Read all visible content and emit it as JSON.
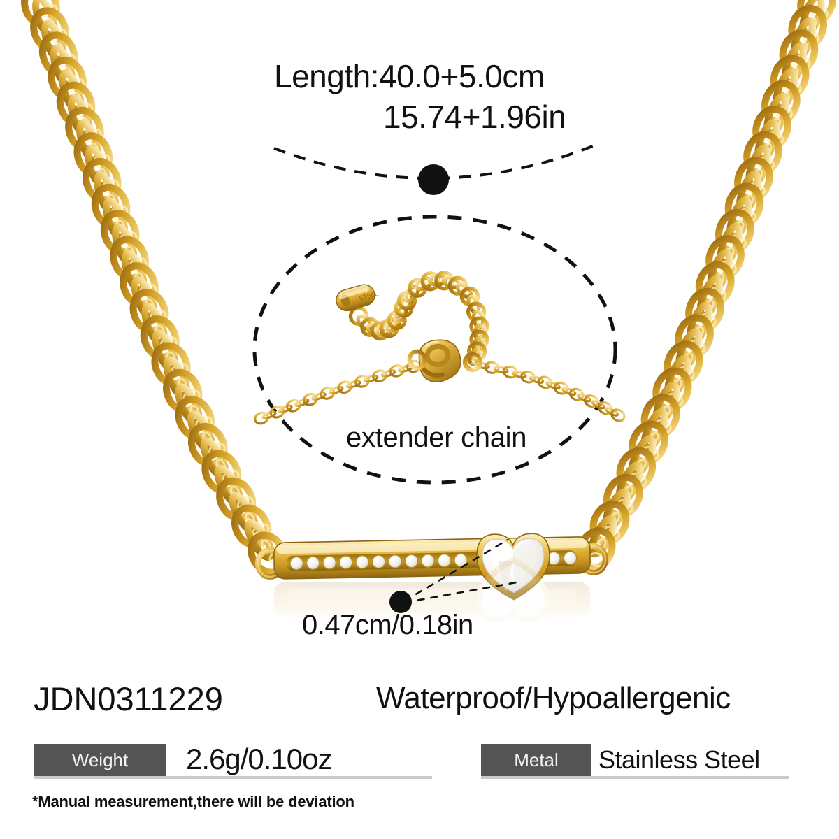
{
  "product": {
    "sku": "JDN0311229",
    "features": "Waterproof/Hypoallergenic",
    "type": "necklace-with-cz-bar-pendant",
    "metal_color": "#d8a326"
  },
  "callouts": {
    "length_line1": "Length:40.0+5.0cm",
    "length_line2": "15.74+1.96in",
    "extender_label": "extender chain",
    "gem_size": "0.47cm/0.18in"
  },
  "specs": [
    {
      "label": "Weight",
      "value": "2.6g/0.10oz"
    },
    {
      "label": "Metal",
      "value": "Stainless Steel"
    }
  ],
  "footnote": "*Manual measurement,there will be deviation",
  "colors": {
    "badge_bg": "#545454",
    "badge_text": "#f2f2f2",
    "rule": "#c9c9c9",
    "ink": "#111111",
    "gold_light": "#f5d98a",
    "gold_mid": "#dca72c",
    "gold_dark": "#a8760d",
    "gem": "#ffffff",
    "background": "#ffffff"
  }
}
